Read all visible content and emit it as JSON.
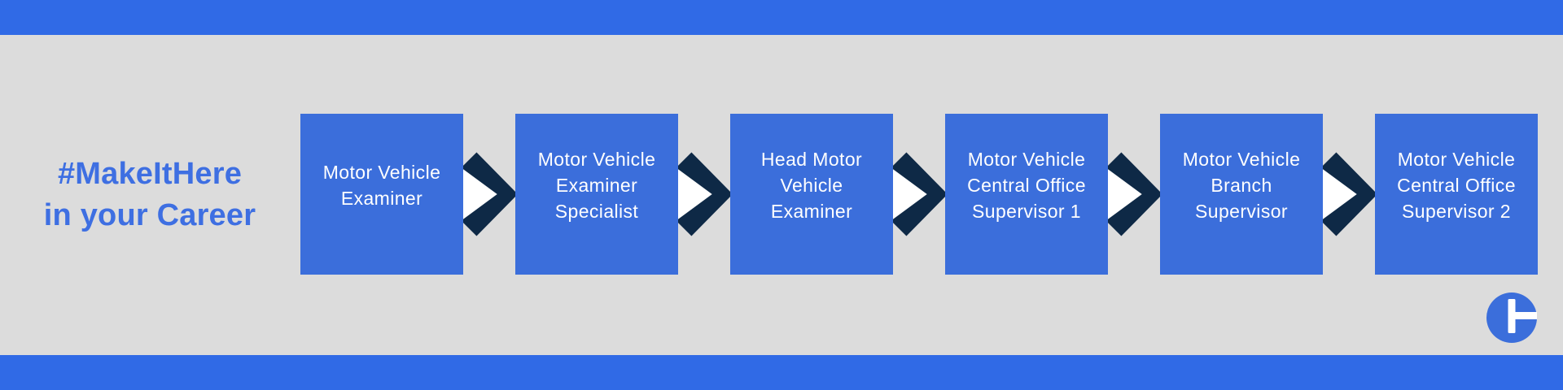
{
  "theme": {
    "bg": "#dcdcdc",
    "bar": "#306ae6",
    "box": "#3b6edb",
    "arrow": "#0e2946",
    "title": "#3e6fe2",
    "box_text": "#ffffff",
    "logo": "#3b6edb"
  },
  "title": {
    "line1": "#MakeItHere",
    "line2": "in your Career"
  },
  "flow": {
    "steps": [
      {
        "label": "Motor Vehicle Examiner"
      },
      {
        "label": "Motor Vehicle Examiner Specialist"
      },
      {
        "label": "Head Motor Vehicle Examiner"
      },
      {
        "label": "Motor Vehicle Central Office Supervisor 1"
      },
      {
        "label": "Motor Vehicle Branch Supervisor"
      },
      {
        "label": "Motor Vehicle Central Office Supervisor 2"
      }
    ]
  },
  "icons": {
    "arrow": "chevron-right-icon",
    "logo": "brand-logo-icon"
  }
}
